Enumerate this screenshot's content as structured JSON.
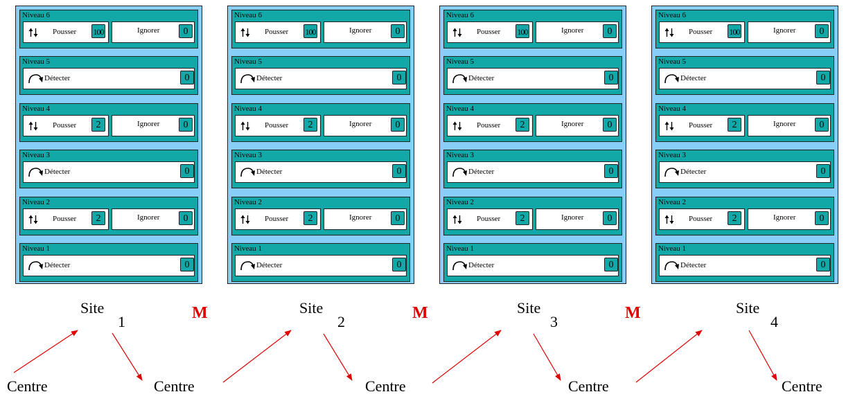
{
  "panels": [
    {
      "levels": [
        {
          "name": "Niveau 6",
          "type": "push",
          "push_label": "Pousser",
          "push_count": "100",
          "ignore_label": "Ignorer",
          "ignore_count": "0"
        },
        {
          "name": "Niveau 5",
          "type": "detect",
          "detect_label": "Détecter",
          "detect_count": "0"
        },
        {
          "name": "Niveau 4",
          "type": "push",
          "push_label": "Pousser",
          "push_count": "2",
          "ignore_label": "Ignorer",
          "ignore_count": "0"
        },
        {
          "name": "Niveau 3",
          "type": "detect",
          "detect_label": "Détecter",
          "detect_count": "0"
        },
        {
          "name": "Niveau 2",
          "type": "push",
          "push_label": "Pousser",
          "push_count": "2",
          "ignore_label": "Ignorer",
          "ignore_count": "0"
        },
        {
          "name": "Niveau 1",
          "type": "detect",
          "detect_label": "Détecter",
          "detect_count": "0"
        }
      ]
    },
    {
      "levels": [
        {
          "name": "Niveau 6",
          "type": "push",
          "push_label": "Pousser",
          "push_count": "100",
          "ignore_label": "Ignorer",
          "ignore_count": "0"
        },
        {
          "name": "Niveau 5",
          "type": "detect",
          "detect_label": "Détecter",
          "detect_count": "0"
        },
        {
          "name": "Niveau 4",
          "type": "push",
          "push_label": "Pousser",
          "push_count": "2",
          "ignore_label": "Ignorer",
          "ignore_count": "0"
        },
        {
          "name": "Niveau 3",
          "type": "detect",
          "detect_label": "Détecter",
          "detect_count": "0"
        },
        {
          "name": "Niveau 2",
          "type": "push",
          "push_label": "Pousser",
          "push_count": "2",
          "ignore_label": "Ignorer",
          "ignore_count": "0"
        },
        {
          "name": "Niveau 1",
          "type": "detect",
          "detect_label": "Détecter",
          "detect_count": "0"
        }
      ]
    },
    {
      "levels": [
        {
          "name": "Niveau 6",
          "type": "push",
          "push_label": "Pousser",
          "push_count": "100",
          "ignore_label": "Ignorer",
          "ignore_count": "0"
        },
        {
          "name": "Niveau 5",
          "type": "detect",
          "detect_label": "Détecter",
          "detect_count": "0"
        },
        {
          "name": "Niveau 4",
          "type": "push",
          "push_label": "Pousser",
          "push_count": "2",
          "ignore_label": "Ignorer",
          "ignore_count": "0"
        },
        {
          "name": "Niveau 3",
          "type": "detect",
          "detect_label": "Détecter",
          "detect_count": "0"
        },
        {
          "name": "Niveau 2",
          "type": "push",
          "push_label": "Pousser",
          "push_count": "2",
          "ignore_label": "Ignorer",
          "ignore_count": "0"
        },
        {
          "name": "Niveau 1",
          "type": "detect",
          "detect_label": "Détecter",
          "detect_count": "0"
        }
      ]
    },
    {
      "levels": [
        {
          "name": "Niveau 6",
          "type": "push",
          "push_label": "Pousser",
          "push_count": "100",
          "ignore_label": "Ignorer",
          "ignore_count": "0"
        },
        {
          "name": "Niveau 5",
          "type": "detect",
          "detect_label": "Détecter",
          "detect_count": "0"
        },
        {
          "name": "Niveau 4",
          "type": "push",
          "push_label": "Pousser",
          "push_count": "2",
          "ignore_label": "Ignorer",
          "ignore_count": "0"
        },
        {
          "name": "Niveau 3",
          "type": "detect",
          "detect_label": "Détecter",
          "detect_count": "0"
        },
        {
          "name": "Niveau 2",
          "type": "push",
          "push_label": "Pousser",
          "push_count": "2",
          "ignore_label": "Ignorer",
          "ignore_count": "0"
        },
        {
          "name": "Niveau 1",
          "type": "detect",
          "detect_label": "Détecter",
          "detect_count": "0"
        }
      ]
    }
  ],
  "sites": [
    {
      "label": "Site",
      "number": "1"
    },
    {
      "label": "Site",
      "number": "2"
    },
    {
      "label": "Site",
      "number": "3"
    },
    {
      "label": "Site",
      "number": "4"
    }
  ],
  "separator_label": "M",
  "centre_labels": [
    "Centre",
    "Centre",
    "Centre",
    "Centre",
    "Centre"
  ],
  "colors": {
    "panel": "#87cef8",
    "level": "#12a8a8",
    "arrow": "#e00000",
    "separator": "#e00000"
  },
  "icons": {
    "push": "up-down-arrows-icon",
    "detect": "arc-arrow-icon"
  }
}
